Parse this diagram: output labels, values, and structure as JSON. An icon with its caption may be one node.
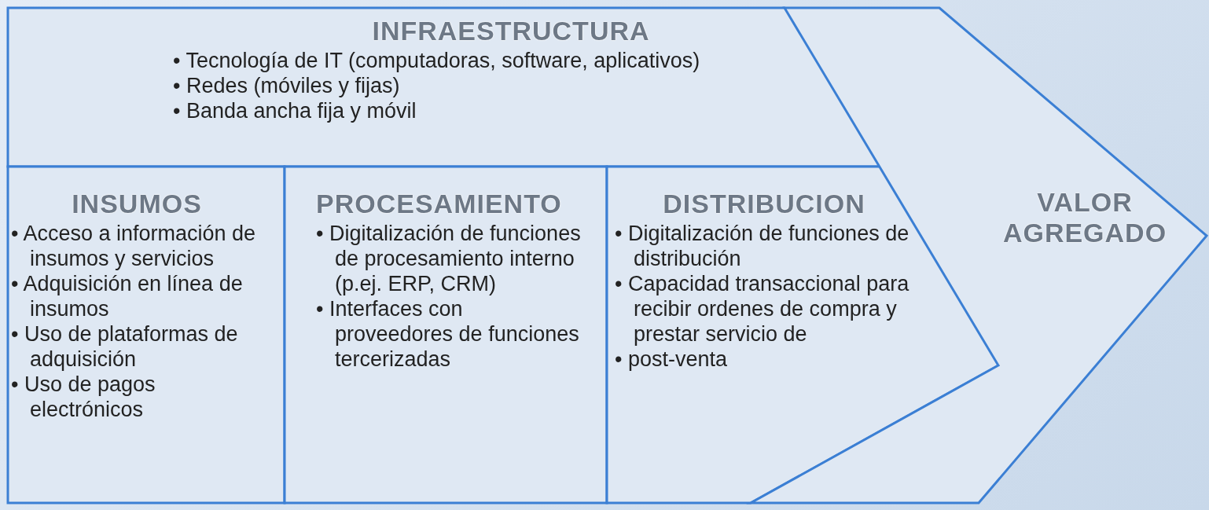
{
  "diagram": {
    "nodes": [
      {
        "text": [
          "INFRAESTRUCTURA",
          "• Tecnología de IT (computadoras, software, aplicativos)",
          "• Redes (móviles y fijas)",
          "• Banda ancha fija y móvil"
        ]
      },
      {
        "text": [
          "INSUMOS",
          "• Acceso a información de insumos y servicios",
          "• Adquisición en línea de insumos",
          "• Uso de plataformas de adquisición",
          "• Uso de pagos electrónicos"
        ]
      },
      {
        "text": [
          "PROCESAMIENTO",
          "• Digitalización de funciones de procesamiento interno (p.ej. ERP, CRM)",
          "• Interfaces con proveedores de funciones tercerizadas"
        ]
      },
      {
        "text": [
          "DISTRIBUCION",
          "• Digitalización de funciones de distribución",
          "• Capacidad transaccional para recibir ordenes de compra y prestar servicio de",
          "• post-venta"
        ]
      },
      {
        "text": [
          "VALOR AGREGADO"
        ]
      }
    ]
  }
}
